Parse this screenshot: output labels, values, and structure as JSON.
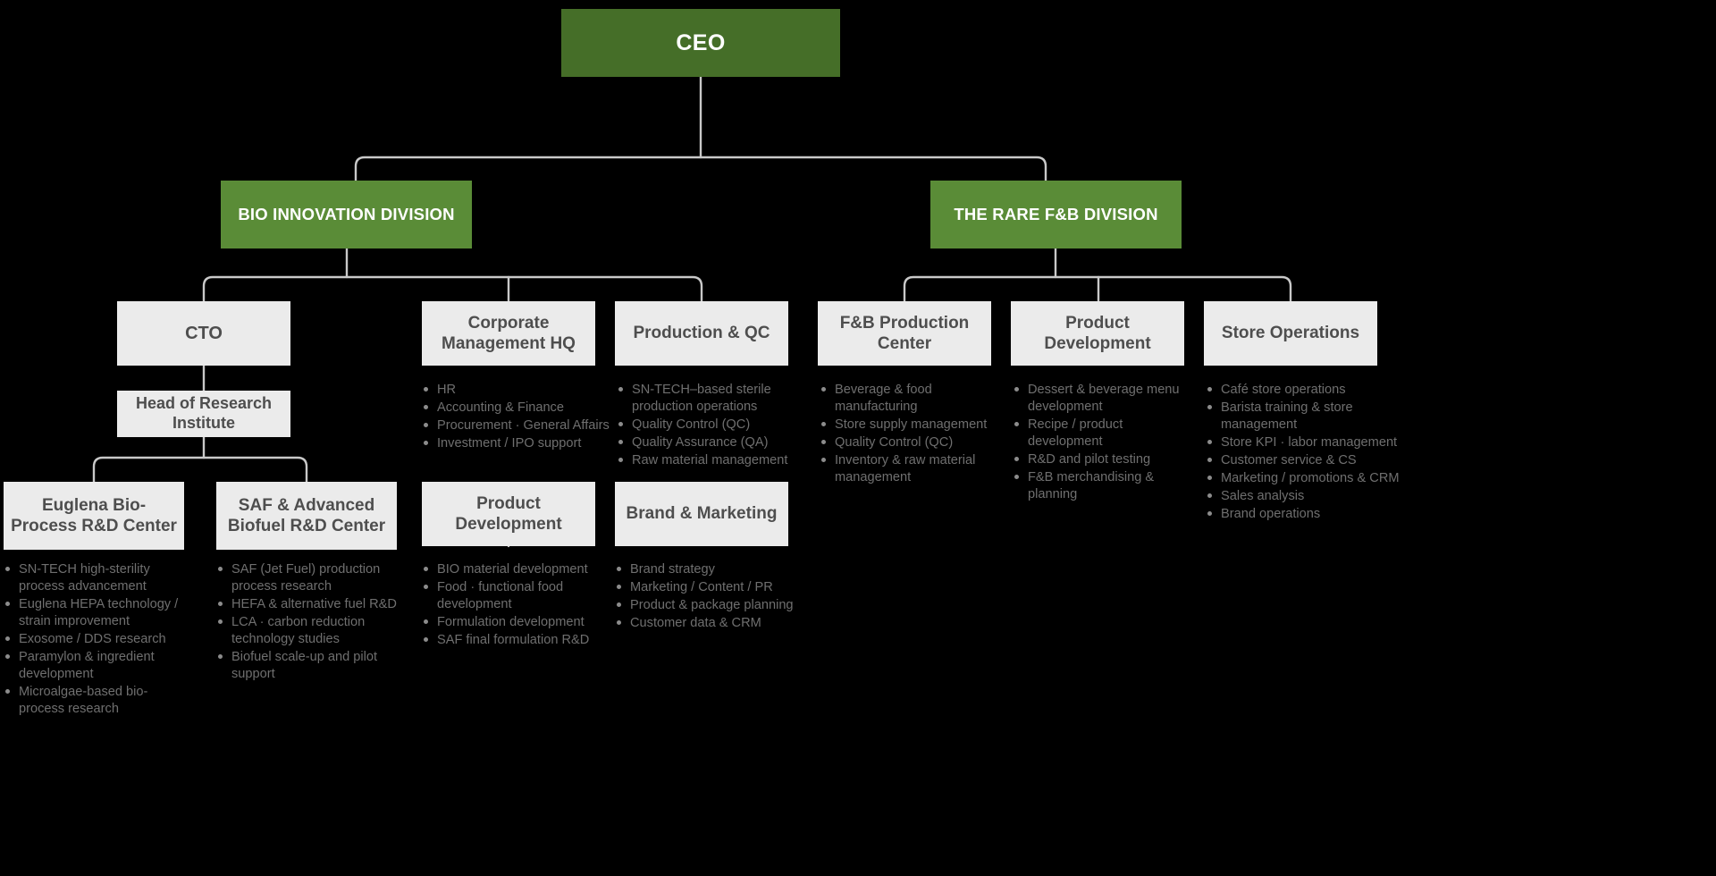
{
  "theme": {
    "background": "#000000",
    "ceo_fill": "#456e28",
    "division_fill": "#5a8c37",
    "box_fill": "#ebebeb",
    "box_text": "#4e4e4e",
    "bullet_text": "#6f6f6f",
    "connector": "#c9c9c9"
  },
  "nodes": {
    "ceo": {
      "label": "CEO"
    },
    "bio_division": {
      "label": "BIO INNOVATION DIVISION"
    },
    "fnb_division": {
      "label": "THE RARE F&B DIVISION"
    },
    "cto": {
      "label": "CTO"
    },
    "head_of_research_institute": {
      "label": "Head of Research Institute"
    },
    "euglena_center": {
      "label": "Euglena Bio-Process R&D Center"
    },
    "saf_center": {
      "label": "SAF & Advanced Biofuel R&D Center"
    },
    "corporate_management_hq": {
      "label": "Corporate Management HQ"
    },
    "production_qc": {
      "label": "Production & QC"
    },
    "product_development_bio": {
      "label": "Product Development"
    },
    "brand_marketing": {
      "label": "Brand & Marketing"
    },
    "fnb_production_center": {
      "label": "F&B Production Center"
    },
    "product_development_fnb": {
      "label": "Product Development"
    },
    "store_operations": {
      "label": "Store Operations"
    }
  },
  "lists": {
    "corporate_management_hq": [
      "HR",
      "Accounting & Finance",
      "Procurement · General Affairs",
      "Investment / IPO support"
    ],
    "production_qc": [
      "SN-TECH–based sterile production  operations",
      "Quality Control (QC)",
      "Quality Assurance (QA)",
      "Raw material management"
    ],
    "fnb_production_center": [
      "Beverage & food manufacturing",
      "Store supply management",
      "Quality Control (QC)",
      "Inventory & raw material management"
    ],
    "product_development_fnb": [
      "Dessert & beverage menu development",
      "Recipe / product development",
      "R&D and pilot testing",
      "F&B merchandising & planning"
    ],
    "store_operations": [
      "Café store operations",
      "Barista training & store management",
      "Store KPI · labor management",
      "Customer service & CS",
      "Marketing / promotions & CRM",
      "Sales analysis",
      "Brand operations"
    ],
    "euglena_center": [
      "SN-TECH high-sterility process advancement",
      "Euglena HEPA technology / strain improvement",
      "Exosome / DDS research",
      "Paramylon & ingredient development",
      "Microalgae-based bio-process research"
    ],
    "saf_center": [
      "SAF (Jet Fuel) production process research",
      "HEFA & alternative fuel R&D",
      "LCA · carbon reduction technology studies",
      "Biofuel scale-up and pilot support"
    ],
    "product_development_bio": [
      "BIO material development",
      "Food · functional food development",
      "Formulation development",
      "SAF final formulation R&D"
    ],
    "brand_marketing": [
      "Brand strategy",
      "Marketing / Content / PR",
      "Product & package planning",
      "Customer data & CRM"
    ]
  }
}
